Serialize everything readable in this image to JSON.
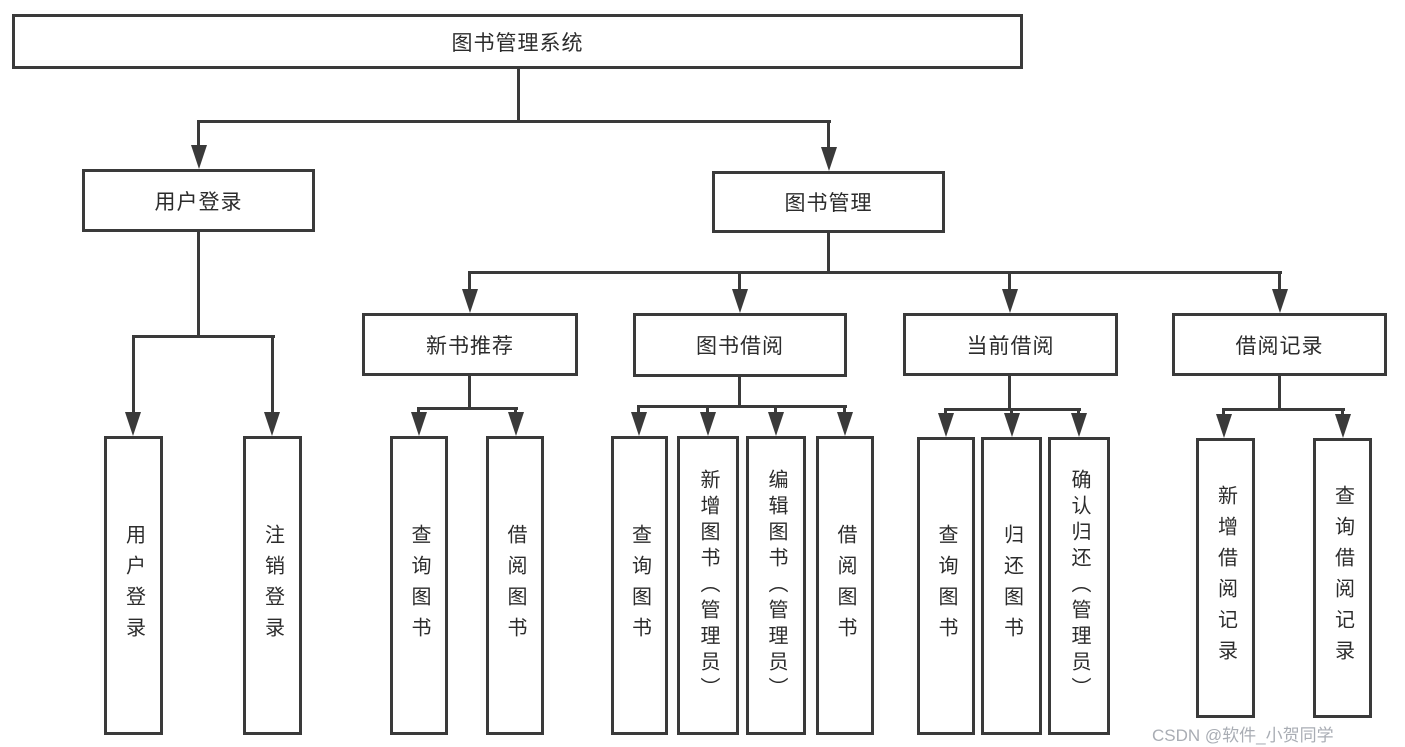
{
  "tree": {
    "root": {
      "label": "图书管理系统"
    },
    "user_login": {
      "label": "用户登录",
      "children": [
        {
          "label": "用户登录"
        },
        {
          "label": "注销登录"
        }
      ]
    },
    "book_management": {
      "label": "图书管理",
      "sections": [
        {
          "label": "新书推荐",
          "children": [
            {
              "label": "查询图书"
            },
            {
              "label": "借阅图书"
            }
          ]
        },
        {
          "label": "图书借阅",
          "children": [
            {
              "label": "查询图书"
            },
            {
              "label": "新增图书（管理员）"
            },
            {
              "label": "编辑图书（管理员）"
            },
            {
              "label": "借阅图书"
            }
          ]
        },
        {
          "label": "当前借阅",
          "children": [
            {
              "label": "查询图书"
            },
            {
              "label": "归还图书"
            },
            {
              "label": "确认归还（管理员）"
            }
          ]
        },
        {
          "label": "借阅记录",
          "children": [
            {
              "label": "新增借阅记录"
            },
            {
              "label": "查询借阅记录"
            }
          ]
        }
      ]
    }
  },
  "watermark": {
    "text": "CSDN @软件_小贺同学"
  },
  "colors": {
    "line": "#3a3a3a",
    "text": "#2c2c2c",
    "watermark": "#a9adb4",
    "background": "#ffffff"
  }
}
